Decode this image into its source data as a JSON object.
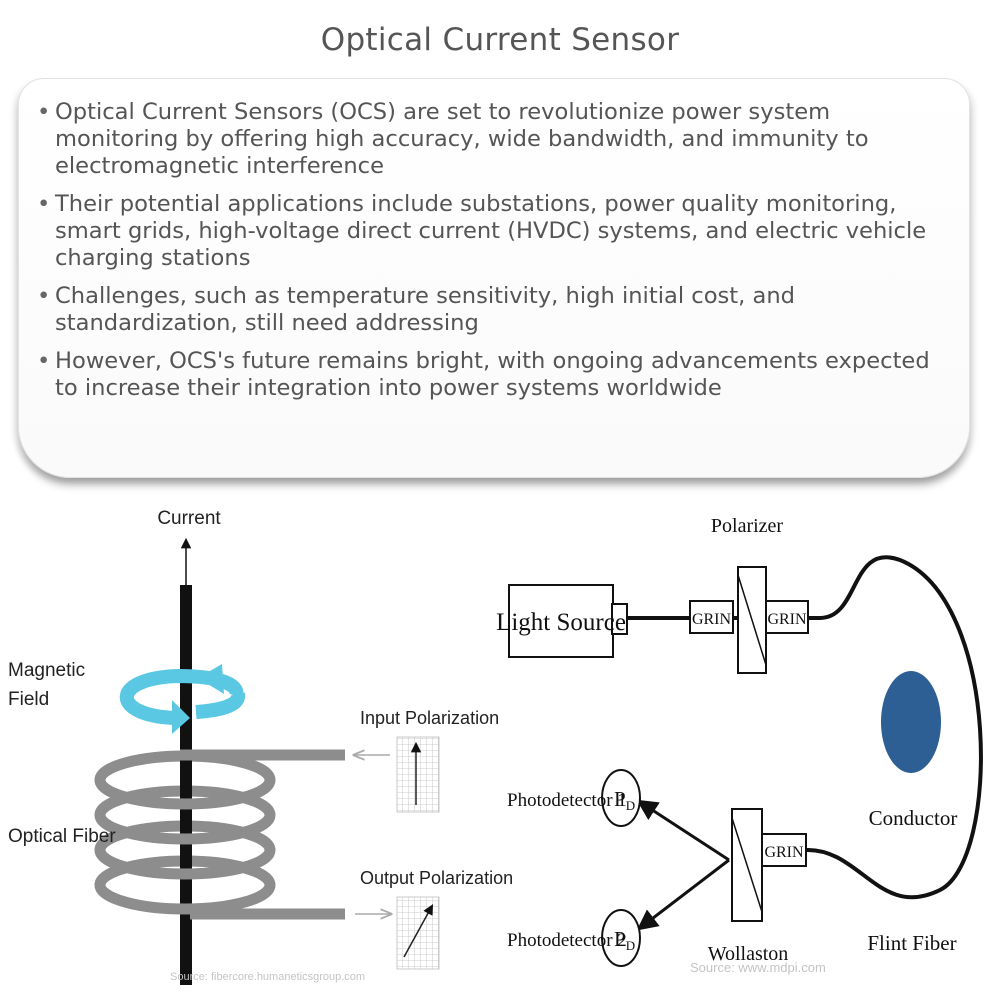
{
  "title": "Optical Current Sensor",
  "bullets": [
    "Optical Current Sensors (OCS) are set to revolutionize power system monitoring by offering high accuracy, wide bandwidth, and immunity to electromagnetic interference",
    "Their potential applications include substations, power quality monitoring, smart grids, high-voltage direct current (HVDC) systems, and electric vehicle charging stations",
    "Challenges, such as temperature sensitivity, high initial cost, and standardization, still need addressing",
    "However, OCS's future remains bright, with ongoing advancements expected to increase their integration into power systems worldwide"
  ],
  "left_diagram": {
    "current": "Current",
    "magnetic_field": [
      "Magnetic",
      "Field"
    ],
    "optical_fiber": "Optical Fiber",
    "input_polarization": "Input Polarization",
    "output_polarization": "Output Polarization",
    "source": "Source: fibercore.humaneticsgroup.com"
  },
  "right_diagram": {
    "light_source": "Light Source",
    "polarizer": "Polarizer",
    "grin": "GRIN",
    "conductor": "Conductor",
    "flint_fiber": "Flint Fiber",
    "wollaston": "Wollaston",
    "photodetector_1": "Photodetector 1",
    "photodetector_2": "Photodetector 2",
    "pd": "P",
    "pd_sub": "D",
    "source": "Source: www.mdpi.com"
  },
  "colors": {
    "title": "#555555",
    "text": "#555555",
    "arrow_cyan": "#5bc8e3",
    "conductor": "#2d5f94",
    "coil": "#8d8d8d"
  }
}
